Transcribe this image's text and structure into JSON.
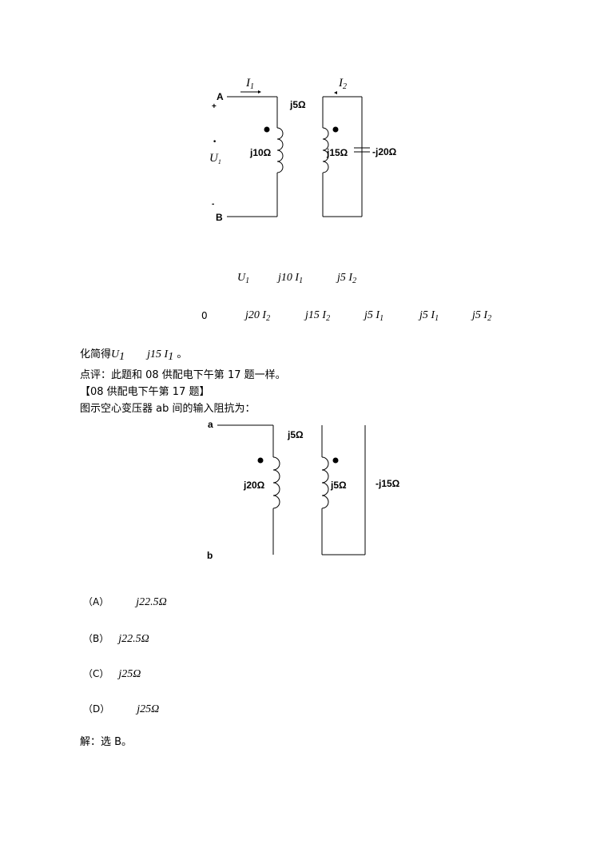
{
  "circuit1": {
    "node_a": "A",
    "node_b": "B",
    "plus": "+",
    "minus": "-",
    "dot": "•",
    "voltage": "U",
    "voltage_sub": "1",
    "current1": "I",
    "current1_sub": "1",
    "current2": "I",
    "current2_sub": "2",
    "mutual": "j5Ω",
    "l1": "j10Ω",
    "l2": "j15Ω",
    "cap": "-j20Ω"
  },
  "equations": {
    "eq1": [
      {
        "t": "U",
        "s": "1"
      },
      {
        "t": "j10 ",
        "t2": "I",
        "s": "1"
      },
      {
        "t": "j5 ",
        "t2": "I",
        "s": "2"
      }
    ],
    "eq2": [
      {
        "t": "0"
      },
      {
        "t": "j20 ",
        "t2": "I",
        "s": "2"
      },
      {
        "t": "j15 ",
        "t2": "I",
        "s": "2"
      },
      {
        "t": "j5 ",
        "t2": "I",
        "s": "1"
      },
      {
        "t": "j5 ",
        "t2": "I",
        "s": "1"
      },
      {
        "t": "j5 ",
        "t2": "I",
        "s": "2"
      }
    ]
  },
  "text": {
    "simplify_prefix": "化简得",
    "simplify_U": "U",
    "simplify_U_sub": "1",
    "simplify_expr": "j15 ",
    "simplify_I": "I",
    "simplify_I_sub": "1",
    "simplify_suffix": " 。",
    "comment": "点评：此题和 08 供配电下午第 17 题一样。",
    "source": "【08 供配电下午第 17 题】",
    "question": " 图示空心变压器 ab 间的输入阻抗为："
  },
  "circuit2": {
    "node_a": "a",
    "node_b": "b",
    "mutual": "j5Ω",
    "l1": "j20Ω",
    "l2": "j5Ω",
    "cap": "-j15Ω"
  },
  "options": [
    {
      "label": "（A）",
      "value": "j22.5Ω"
    },
    {
      "label": "（B）",
      "value": "j22.5Ω"
    },
    {
      "label": "（C）",
      "value": "j25Ω"
    },
    {
      "label": "（D）",
      "value": "j25Ω"
    }
  ],
  "answer": "解：选 B。"
}
